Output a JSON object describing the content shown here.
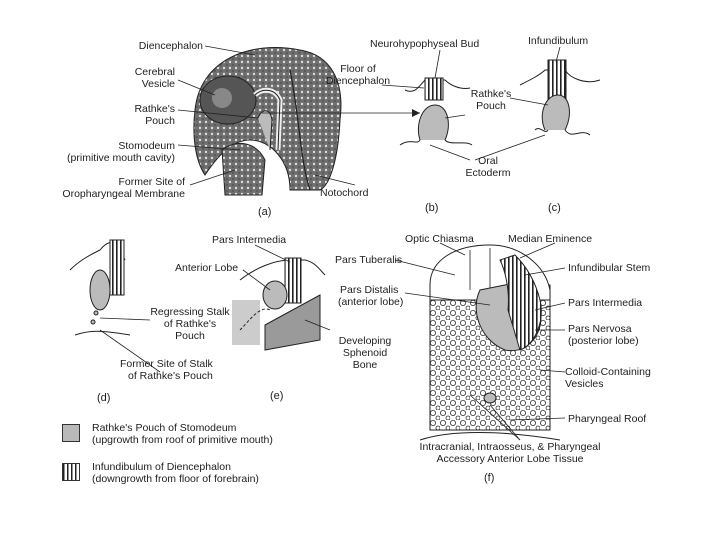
{
  "panels": {
    "a": {
      "tag": "(a)",
      "labels": [
        "Diencephalon",
        "Cerebral",
        "Vesicle",
        "Rathke's",
        "Pouch",
        "Stomodeum",
        "(primitive mouth cavity)",
        "Former Site of",
        "Oropharyngeal Membrane",
        "Notochord"
      ]
    },
    "b": {
      "tag": "(b)",
      "labels": [
        "Neurohypophyseal Bud",
        "Floor of",
        "Diencephalon",
        "Rathke's",
        "Pouch",
        "Oral",
        "Ectoderm"
      ]
    },
    "c": {
      "tag": "(c)",
      "labels": [
        "Infundibulum"
      ]
    },
    "d": {
      "tag": "(d)",
      "labels": [
        "Regressing Stalk",
        "of Rathke's",
        "Pouch",
        "Former Site of Stalk",
        "of Rathke's Pouch"
      ]
    },
    "e": {
      "tag": "(e)",
      "labels": [
        "Pars Intermedia",
        "Anterior Lobe",
        "Developing",
        "Sphenoid",
        "Bone"
      ]
    },
    "f": {
      "tag": "(f)",
      "labels": [
        "Optic Chiasma",
        "Median Eminence",
        "Pars Tuberalis",
        "Infundibular Stem",
        "Pars Distalis",
        "(anterior lobe)",
        "Pars Intermedia",
        "Pars Nervosa",
        "(posterior lobe)",
        "Colloid-Containing",
        "Vesicles",
        "Pharyngeal Roof",
        "Intracranial, Intraosseus, & Pharyngeal",
        "Accessory Anterior Lobe Tissue"
      ]
    }
  },
  "legend": [
    {
      "line1": "Rathke's Pouch of Stomodeum",
      "line2": "(upgrowth from roof of primitive mouth)",
      "pattern": "gray"
    },
    {
      "line1": "Infundibulum of Diencephalon",
      "line2": "(downgrowth from floor of forebrain)",
      "pattern": "hatch"
    }
  ],
  "colors": {
    "ink": "#1e1e1e",
    "gray_fill": "#b9b9b9",
    "dark_tissue": "#555555"
  }
}
